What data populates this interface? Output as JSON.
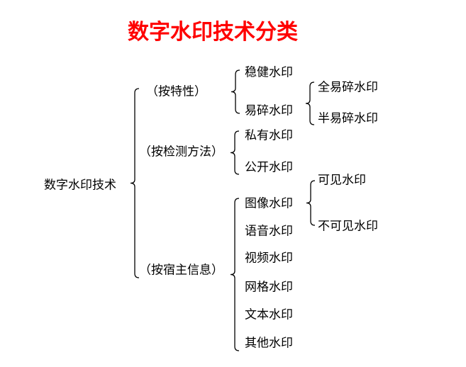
{
  "title": "数字水印技术分类",
  "root": "数字水印技术",
  "categories": [
    {
      "label": "（按特性）",
      "items": [
        "稳健水印",
        "易碎水印"
      ],
      "sub": [
        "全易碎水印",
        "半易碎水印"
      ]
    },
    {
      "label": "（按检测方法）",
      "items": [
        "私有水印",
        "公开水印"
      ]
    },
    {
      "label": "（按宿主信息）",
      "items": [
        "图像水印",
        "语音水印",
        "视频水印",
        "网格水印",
        "文本水印",
        "其他水印"
      ],
      "sub": [
        "可见水印",
        "不可见水印"
      ]
    }
  ],
  "colors": {
    "title": "#ff0000",
    "text": "#000000"
  }
}
